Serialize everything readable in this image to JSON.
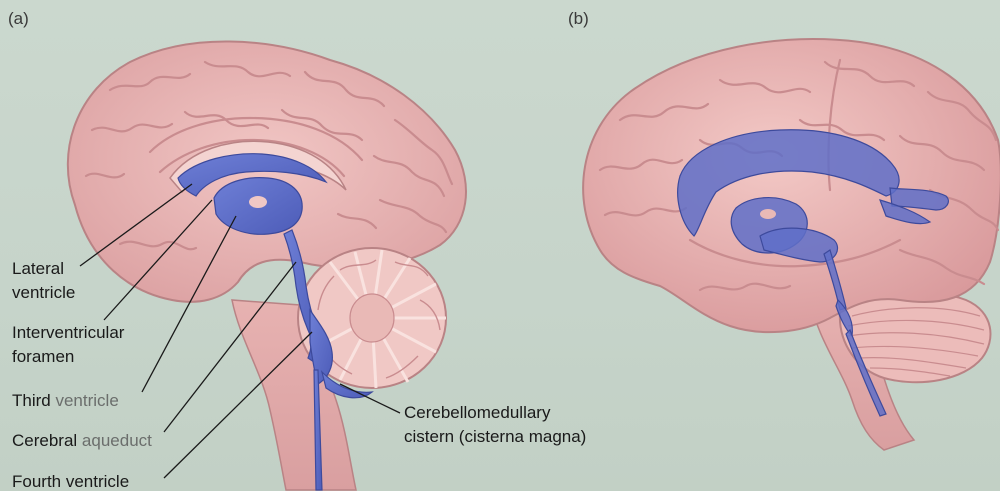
{
  "panels": {
    "a": "(a)",
    "b": "(b)"
  },
  "labels": {
    "lateral_1": "Lateral",
    "lateral_2": "ventricle",
    "interventricular_1": "Interventricular",
    "interventricular_2": "foramen",
    "third_1": "Third ",
    "third_2": "ventricle",
    "aqueduct_1": "Cerebral ",
    "aqueduct_2": "aqueduct",
    "fourth": "Fourth ventricle",
    "cistern_1": "Cerebellomedullary",
    "cistern_2": "cistern (cisterna magna)"
  },
  "colors": {
    "brain": "#eab7b6",
    "brain_dark": "#c98c8f",
    "ventricle": "#5f6fc8",
    "background": "#c9d6cc"
  }
}
